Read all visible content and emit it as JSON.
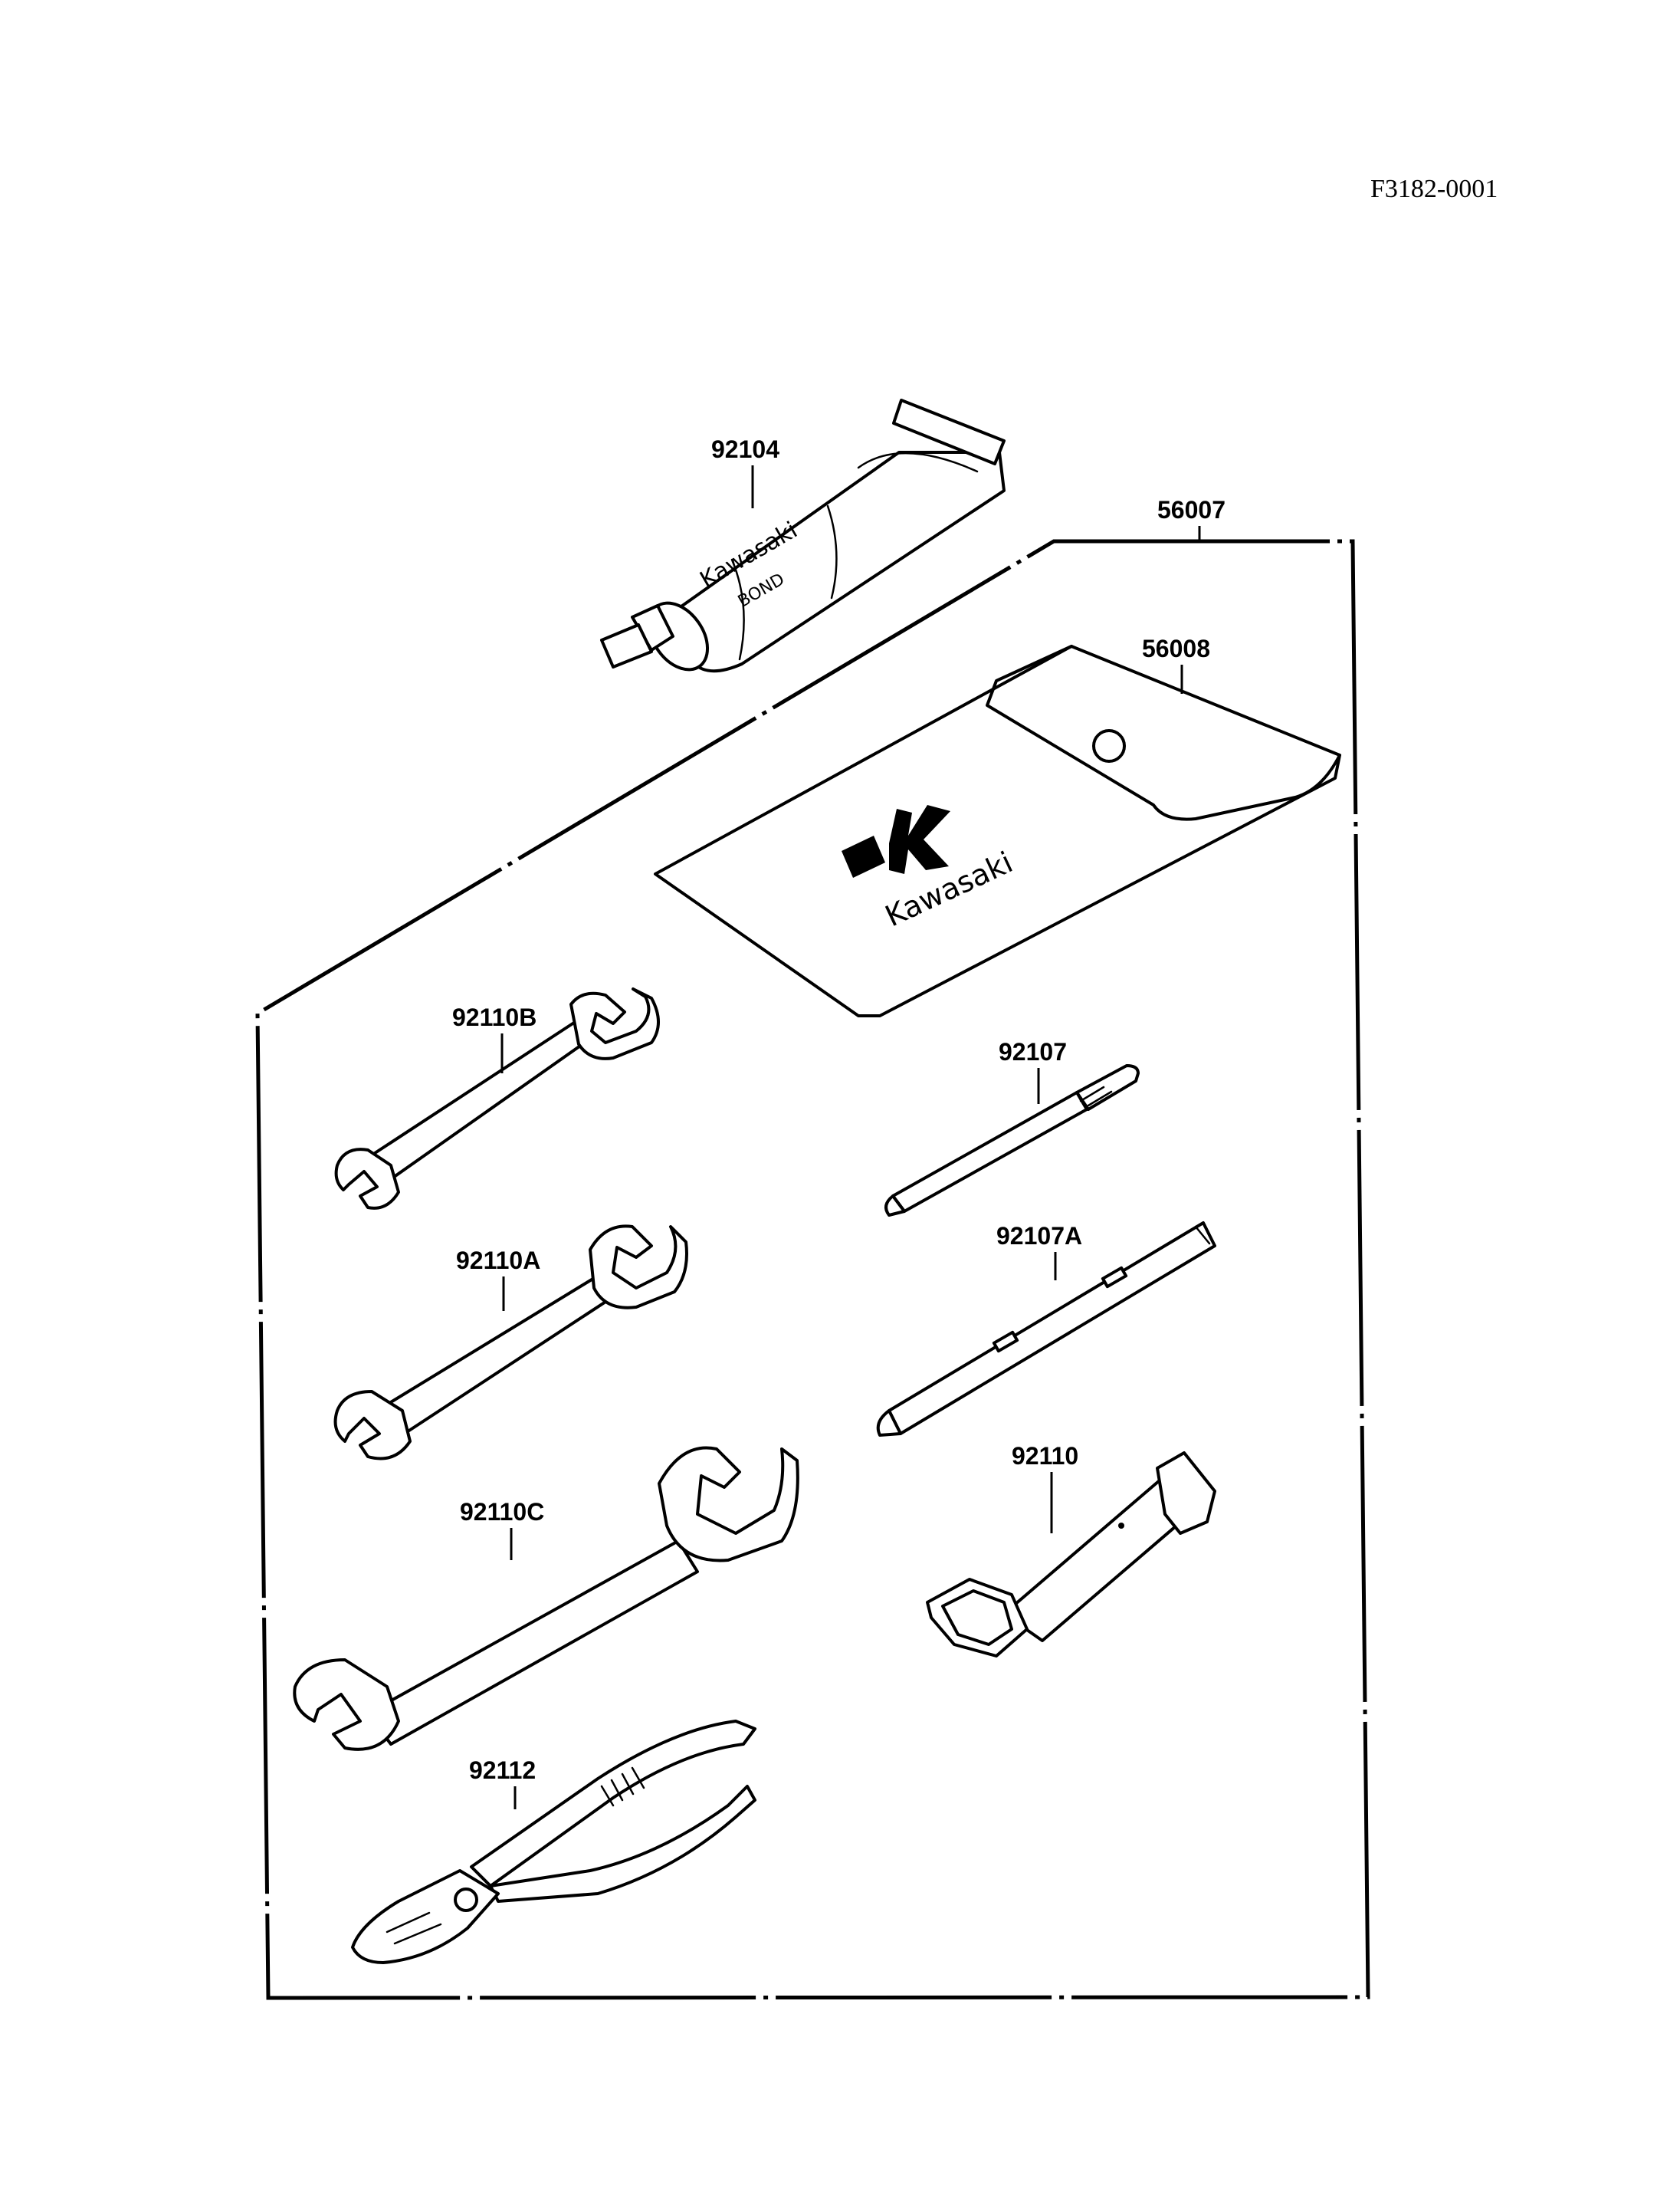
{
  "document_id": "F3182-0001",
  "parts": [
    {
      "key": "tube",
      "number": "92104"
    },
    {
      "key": "kit",
      "number": "56007"
    },
    {
      "key": "pouch",
      "number": "56008"
    },
    {
      "key": "wrench_b",
      "number": "92110B"
    },
    {
      "key": "wrench_a",
      "number": "92110A"
    },
    {
      "key": "wrench_c",
      "number": "92110C"
    },
    {
      "key": "pliers",
      "number": "92112"
    },
    {
      "key": "driver",
      "number": "92107"
    },
    {
      "key": "driver_a",
      "number": "92107A"
    },
    {
      "key": "plug_wrench",
      "number": "92110"
    }
  ],
  "product_markings": {
    "tube_brand": "Kawasaki",
    "tube_product": "BOND",
    "pouch_brand": "Kawasaki"
  }
}
